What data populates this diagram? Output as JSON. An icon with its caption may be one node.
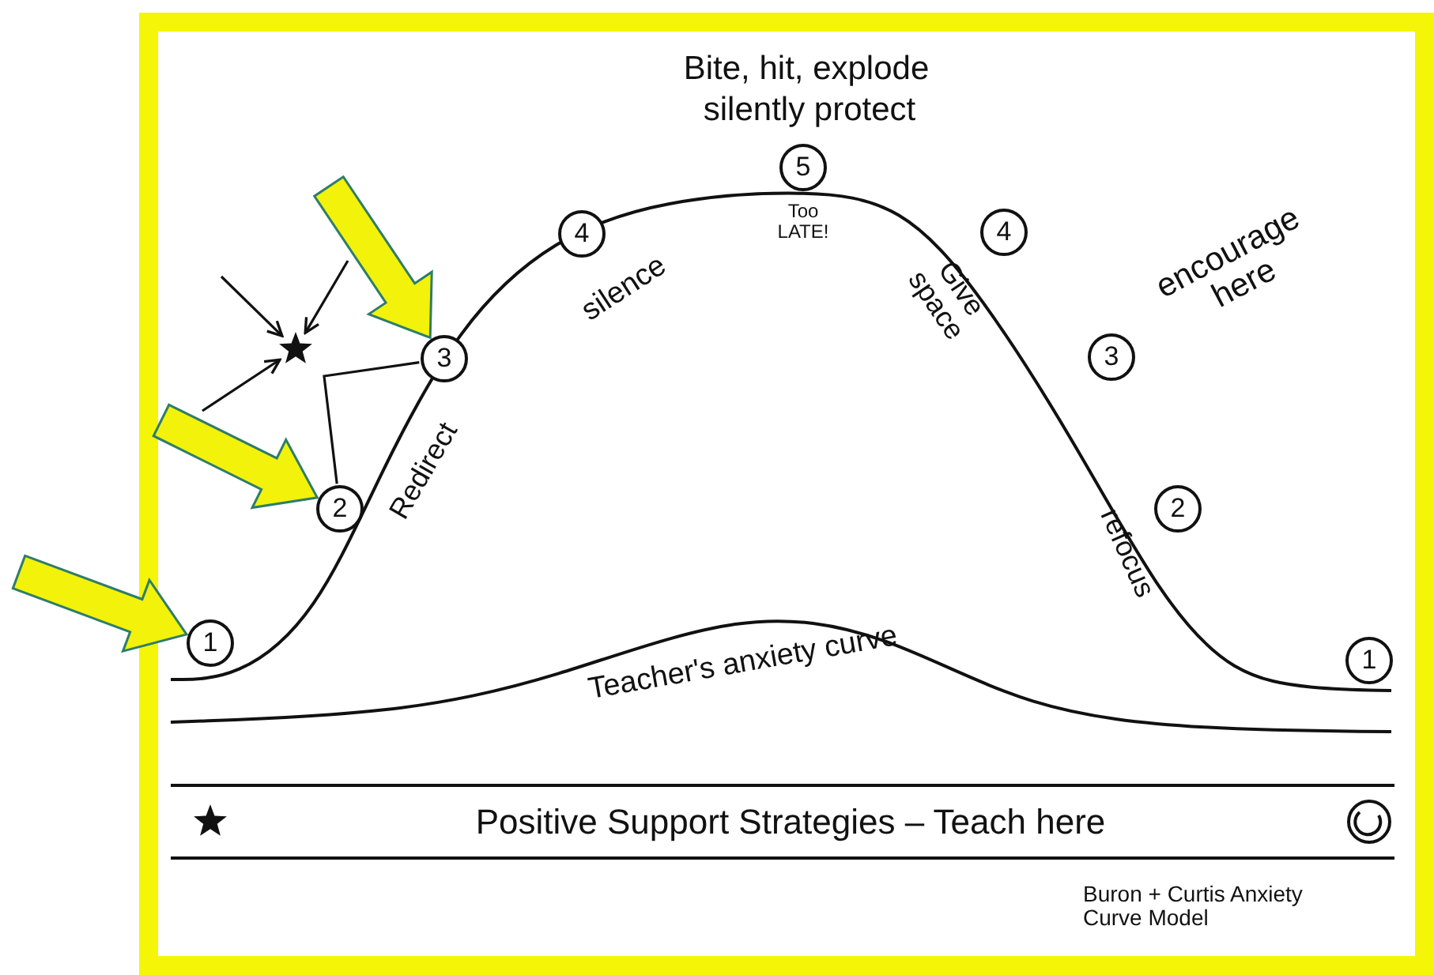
{
  "diagram": {
    "nodes": [
      {
        "text": [
          "1"
        ]
      },
      {
        "text": [
          "2"
        ]
      },
      {
        "text": [
          "3"
        ]
      },
      {
        "text": [
          "4"
        ]
      },
      {
        "text": [
          "5"
        ]
      },
      {
        "text": [
          "4"
        ]
      },
      {
        "text": [
          "3"
        ]
      },
      {
        "text": [
          "2"
        ]
      },
      {
        "text": [
          "1"
        ]
      },
      {
        "text": [],
        "shape": "star"
      }
    ],
    "edges": [
      {
        "from": null,
        "to": 0,
        "arrow": "to",
        "style": "thick",
        "color": "#f2f20a"
      },
      {
        "from": null,
        "to": 1,
        "arrow": "to",
        "style": "thick",
        "color": "#f2f20a"
      },
      {
        "from": null,
        "to": 2,
        "arrow": "to",
        "style": "thick",
        "color": "#f2f20a"
      },
      {
        "from": null,
        "to": 9,
        "arrow": "to"
      },
      {
        "from": null,
        "to": 9,
        "arrow": "to"
      },
      {
        "from": null,
        "to": 9,
        "arrow": "to"
      },
      {
        "from": 2,
        "to": 1,
        "arrow": "none"
      }
    ],
    "labels": [
      "Bite, hit, explode",
      "silently protect",
      "Too LATE!",
      "silence",
      "Redirect",
      "Give space",
      "encourage here",
      "refocus",
      "Teacher's anxiety curve",
      "Positive Support Strategies – Teach here",
      "Buron + Curtis Anxiety Curve Model"
    ]
  }
}
